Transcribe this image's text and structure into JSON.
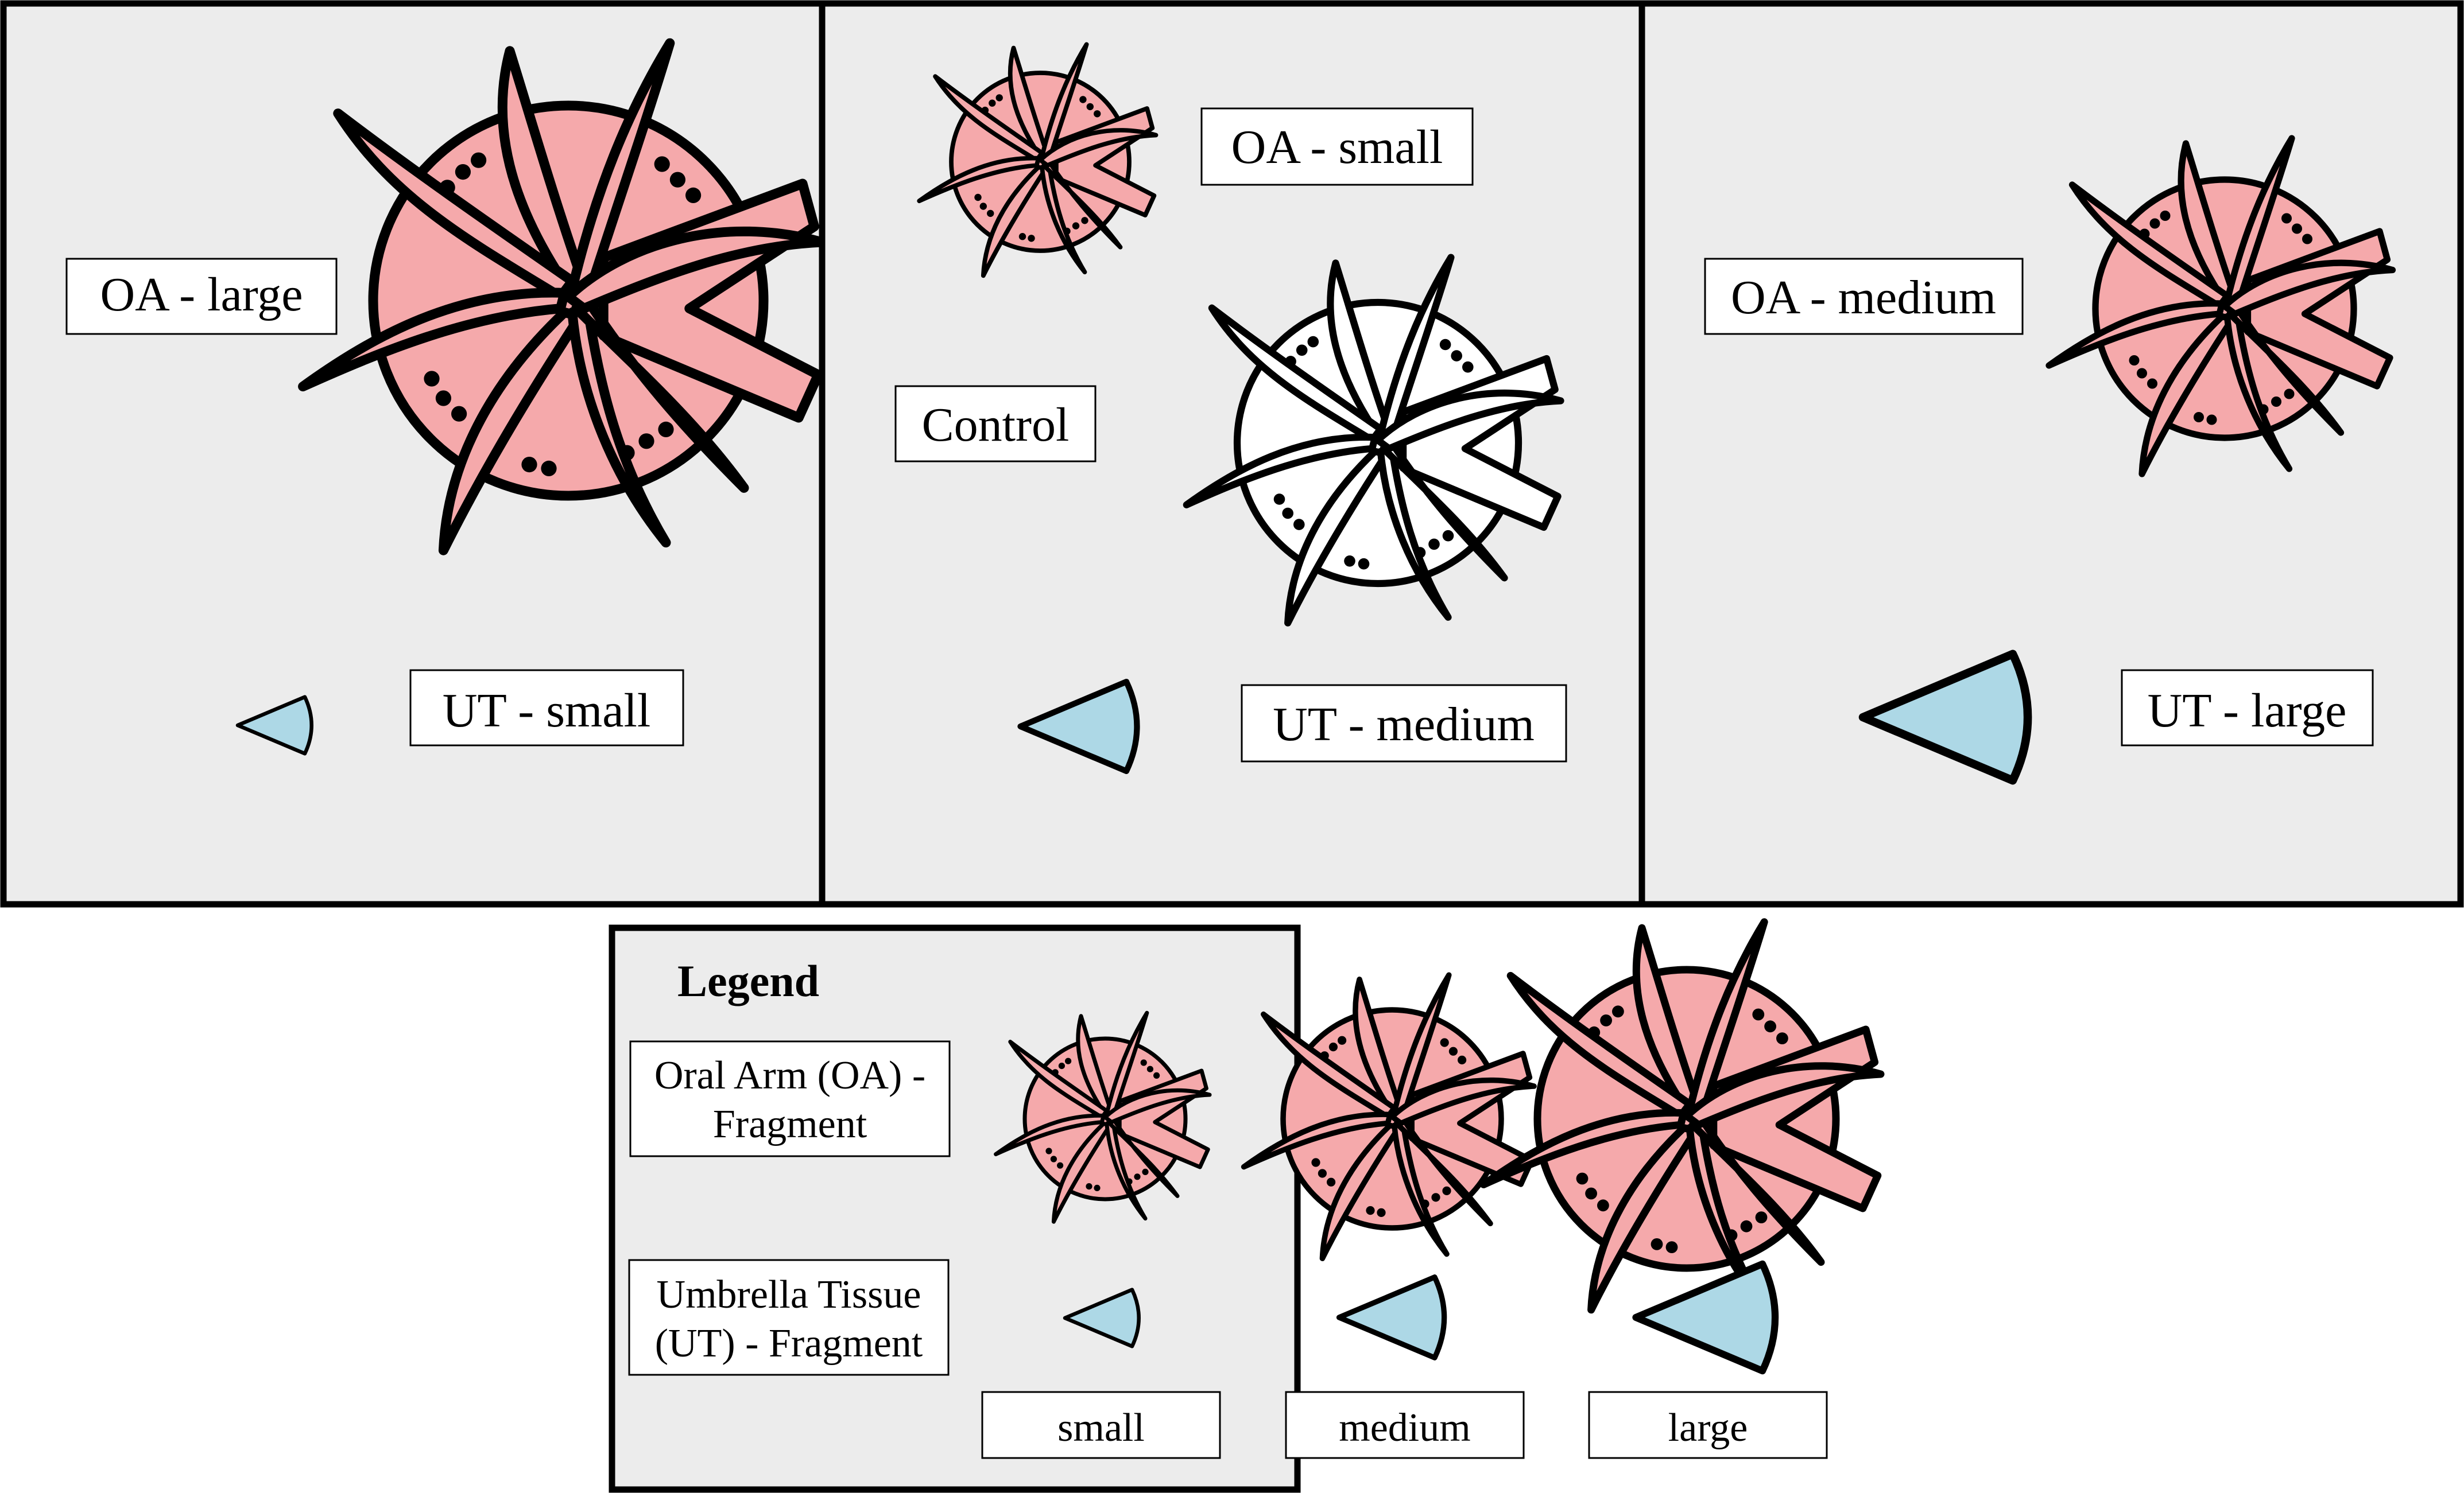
{
  "colors": {
    "panel_background": "#ececec",
    "border": "#000000",
    "oral_arm_fill": "#f5a9ab",
    "control_fill": "#ffffff",
    "umbrella_tissue_fill": "#add8e6",
    "label_box_fill": "#ffffff"
  },
  "icons": {
    "oral_arm": "starburst-medusa-icon",
    "umbrella_tissue": "wedge-fragment-icon"
  },
  "panels": [
    {
      "oa_label": "OA - large",
      "ut_label": "UT - small",
      "oa_size": "large",
      "ut_size": "small"
    },
    {
      "oa_label": "OA - small",
      "control_label": "Control",
      "ut_label": "UT - medium",
      "oa_size": "small",
      "ut_size": "medium"
    },
    {
      "oa_label": "OA - medium",
      "ut_label": "UT - large",
      "oa_size": "medium",
      "ut_size": "large"
    }
  ],
  "legend": {
    "title": "Legend",
    "oral_arm_line1": "Oral Arm (OA) -",
    "oral_arm_line2": "Fragment",
    "umbrella_line1": "Umbrella Tissue",
    "umbrella_line2": "(UT) - Fragment",
    "sizes": [
      "small",
      "medium",
      "large"
    ]
  }
}
